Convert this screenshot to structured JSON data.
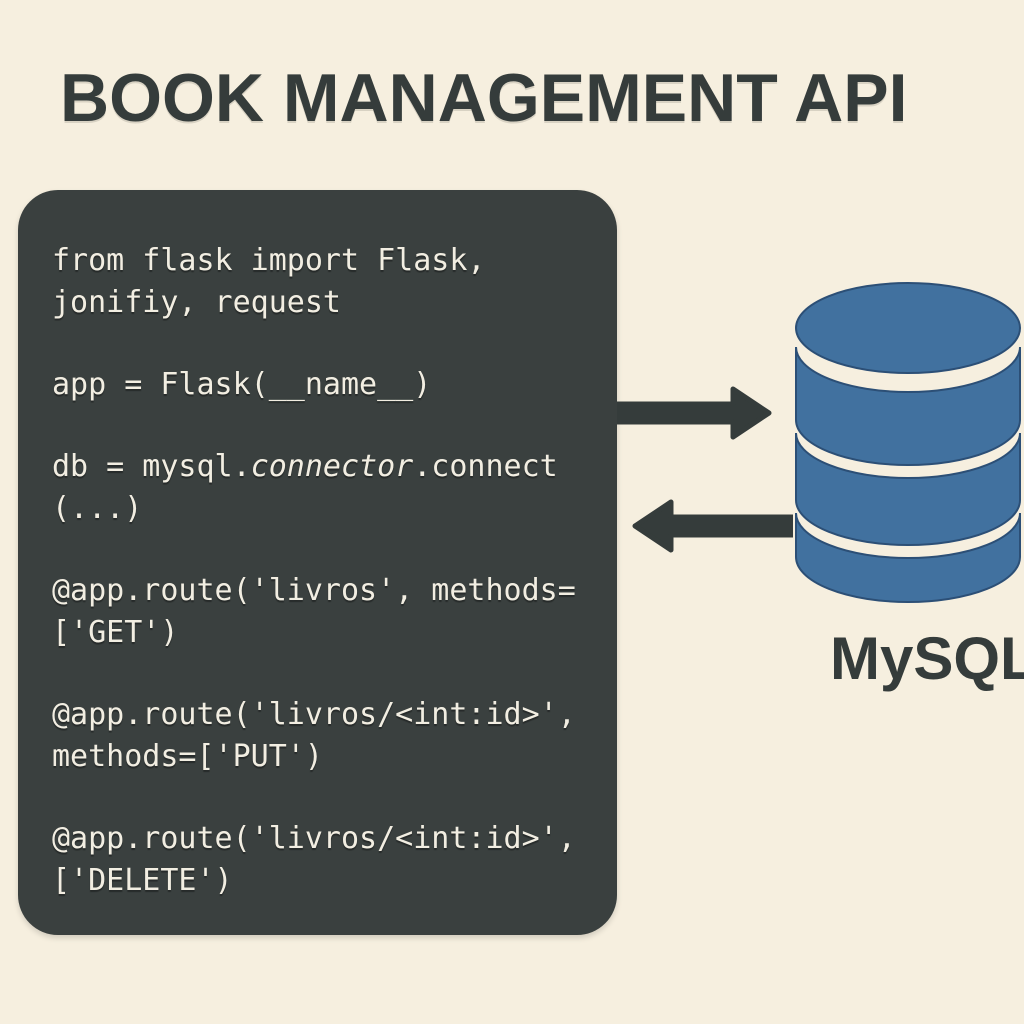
{
  "title": "BOOK MANAGEMENT API",
  "code_panel": {
    "lines": {
      "l1": "from flask import Flask,",
      "l2": "jonifiy, request",
      "l3": "app = Flask(__name__)",
      "db_pre": "db = mysql.",
      "db_italic": "connector",
      "db_post": ".connect",
      "l5": "(...)",
      "l6": "@app.route('livros', methods=",
      "l7": "['GET')",
      "l8": "@app.route('livros/<int:id>',",
      "l9": "methods=['PUT')",
      "l10": "@app.route('livros/<int:id>',",
      "l11": "['DELETE')"
    }
  },
  "database": {
    "label": "MySQL",
    "icon": "database-icon"
  },
  "arrows": {
    "request_icon": "arrow-right-icon",
    "response_icon": "arrow-left-icon"
  },
  "colors": {
    "background": "#f6efdf",
    "panel": "#3a403f",
    "code_text": "#f2eee2",
    "database_blue": "#41719f",
    "database_outline": "#2c4f76",
    "ink": "#353c3b"
  }
}
